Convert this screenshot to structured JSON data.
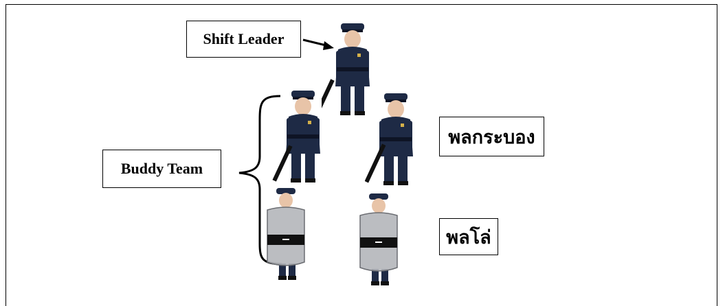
{
  "labels": {
    "shift_leader": "Shift Leader",
    "buddy_team": "Buddy Team",
    "baton_squad": "พลกระบอง",
    "shield_squad": "พลโล่"
  },
  "colors": {
    "uniform": "#1e2a45",
    "skin": "#e8c4a8",
    "shield": "#b4b6ba",
    "baton": "#111111"
  },
  "icons": [
    "police-officer-icon",
    "police-baton-icon",
    "riot-shield-icon",
    "curly-brace-icon",
    "arrow-icon"
  ]
}
